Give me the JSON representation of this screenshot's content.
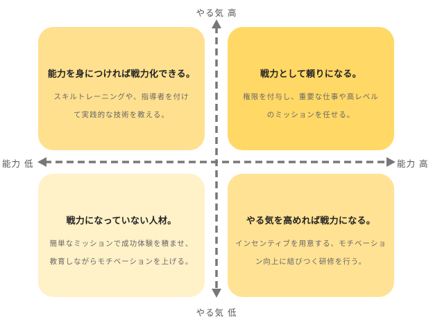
{
  "axes": {
    "top": "やる気 高",
    "bottom": "やる気 低",
    "left": "能力 低",
    "right": "能力 高"
  },
  "quadrants": {
    "top_left": {
      "color": "#FFE08F",
      "title": "能力を身につければ戦力化できる。",
      "lines": [
        "スキルトレーニングや、指導者を付け",
        "て実践的な技術を教える。"
      ]
    },
    "top_right": {
      "color": "#FFD866",
      "title": "戦力として頼りになる。",
      "lines": [
        "権限を付与し、重要な仕事や高レベル",
        "のミッションを任せる。"
      ]
    },
    "bottom_left": {
      "color": "#FFF1C8",
      "title": "戦力になっていない人材。",
      "lines": [
        "簡単なミッションで成功体験を積ませ、",
        "教育しながらモチベーションを上げる。"
      ]
    },
    "bottom_right": {
      "color": "#FFE293",
      "title": "やる気を高めれば戦力になる。",
      "lines": [
        "インセンティブを用意する、モチベーショ",
        "ン向上に結びつく研修を行う。"
      ]
    }
  },
  "colors": {
    "axis": "#777777"
  }
}
